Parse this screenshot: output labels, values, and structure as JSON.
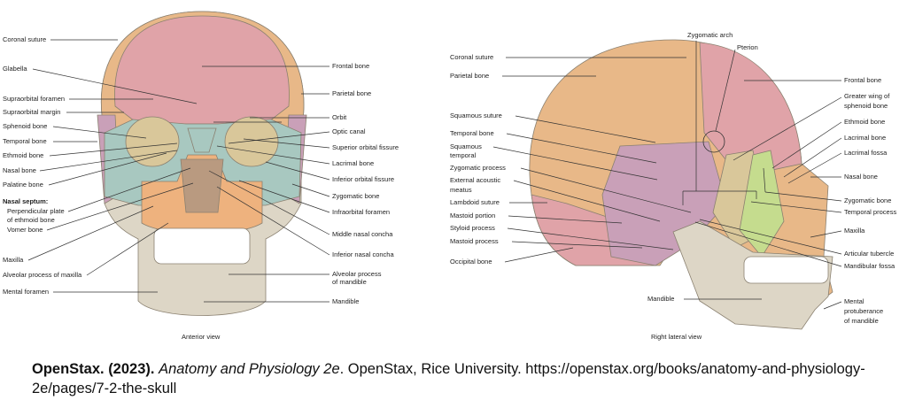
{
  "anterior": {
    "caption": "Anterior view",
    "left": [
      "Coronal suture",
      "Glabella",
      "Supraorbital foramen",
      "Supraorbital margin",
      "Sphenoid bone",
      "Temporal bone",
      "Ethmoid bone",
      "Nasal bone",
      "Palatine bone"
    ],
    "septum_heading": "Nasal septum:",
    "septum": [
      "Perpendicular plate",
      "of ethmoid bone",
      "Vomer bone"
    ],
    "left_lower": [
      "Maxilla",
      "Alveolar process of maxilla",
      "Mental foramen"
    ],
    "right": [
      "Frontal bone",
      "Parietal bone",
      "Orbit",
      "Optic canal",
      "Superior orbital fissure",
      "Lacrimal bone",
      "Inferior orbital fissure",
      "Zygomatic bone",
      "Infraorbital foramen",
      "Middle nasal concha",
      "Inferior nasal concha",
      "Alveolar process",
      "of mandible",
      "Mandible"
    ]
  },
  "lateral": {
    "caption": "Right lateral view",
    "top": [
      "Zygomatic arch",
      "Pterion"
    ],
    "left": [
      "Coronal suture",
      "Parietal bone",
      "Squamous suture",
      "Temporal bone",
      "Squamous",
      "temporal",
      "Zygomatic process",
      "External acoustic",
      "meatus",
      "Lambdoid suture",
      "Mastoid portion",
      "Styloid process",
      "Mastoid process",
      "Occipital bone"
    ],
    "right": [
      "Frontal bone",
      "Greater wing of",
      "sphenoid bone",
      "Ethmoid bone",
      "Lacrimal bone",
      "Lacrimal fossa",
      "Nasal bone",
      "Zygomatic bone",
      "Temporal process",
      "Maxilla",
      "Articular tubercle",
      "Mandibular fossa",
      "Mental",
      "protuberance",
      "of mandible"
    ],
    "mandible": "Mandible"
  },
  "citation": {
    "author": "OpenStax. (2023).",
    "title": "Anatomy and Physiology 2e",
    "rest": ". OpenStax, Rice University. https://openstax.org/books/anatomy-and-physiology-2e/pages/7-2-the-skull"
  },
  "colors": {
    "frontal": "#e0a3a8",
    "parietal": "#e8b888",
    "temporal": "#c9a0b8",
    "sphenoid": "#d9c79a",
    "zygomatic": "#a8c8c0",
    "mandible": "#ddd6c6",
    "maxilla": "#eeb27e",
    "zyg_lat": "#c5dc8e"
  }
}
